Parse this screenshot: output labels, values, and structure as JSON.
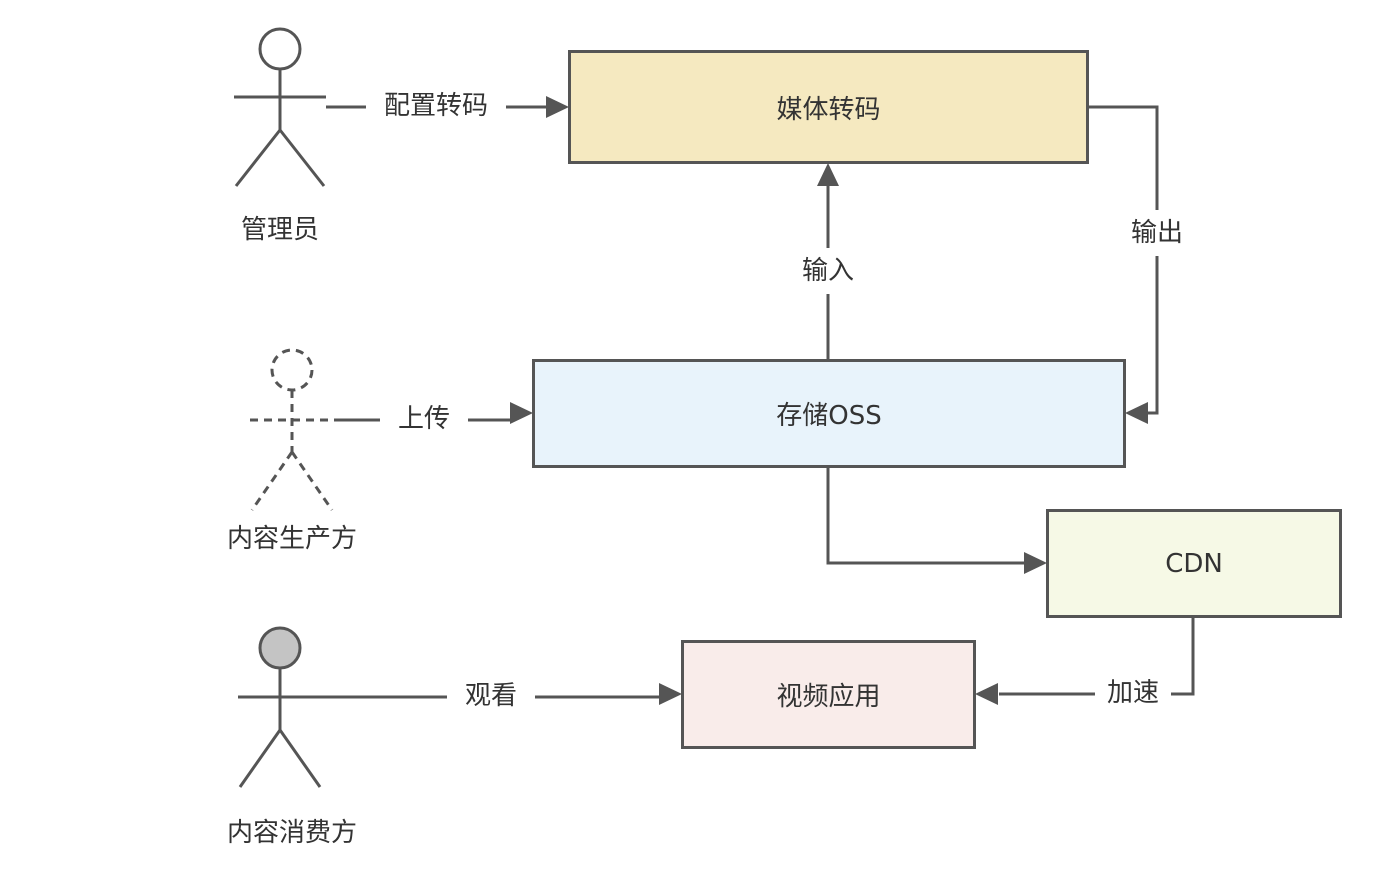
{
  "actors": {
    "admin": "管理员",
    "producer": "内容生产方",
    "consumer": "内容消费方"
  },
  "boxes": {
    "transcode": "媒体转码",
    "oss": "存储OSS",
    "cdn": "CDN",
    "video_app": "视频应用"
  },
  "edges": {
    "config_transcode": "配置转码",
    "input": "输入",
    "output": "输出",
    "upload": "上传",
    "watch": "观看",
    "accelerate": "加速"
  },
  "colors": {
    "line": "#555555",
    "transcode_fill": "#f5e9c0",
    "oss_fill": "#e8f3fb",
    "cdn_fill": "#f6f9e6",
    "video_app_fill": "#f9ecea",
    "consumer_head_fill": "#c4c4c4"
  }
}
